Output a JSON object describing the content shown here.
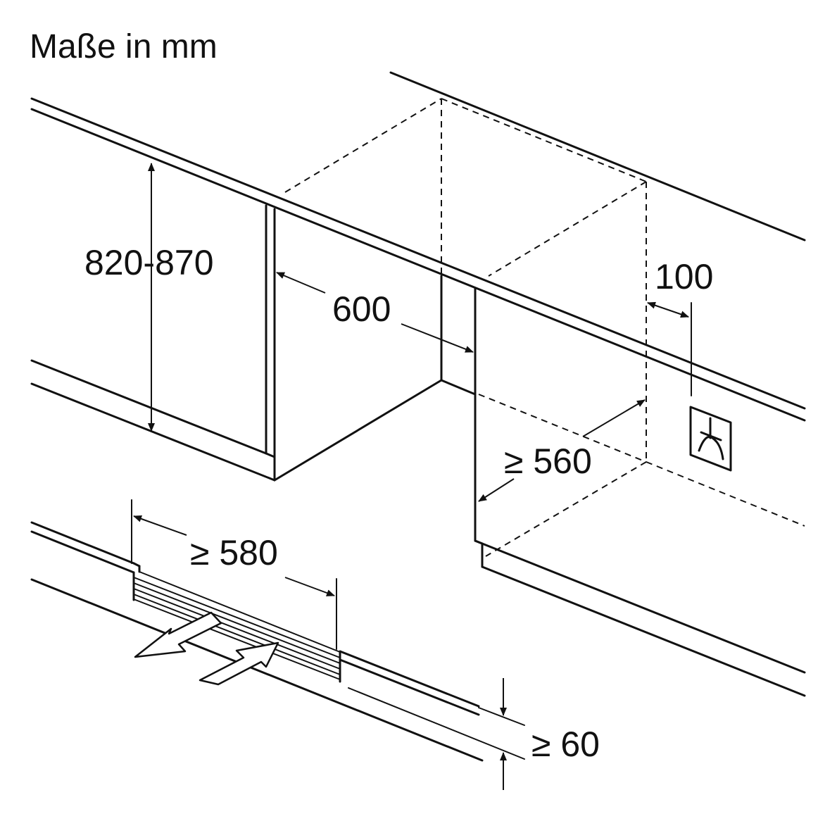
{
  "title": "Maße in mm",
  "dimensions": {
    "height": "820-870",
    "width": "600",
    "depth": "≥ 560",
    "socket_offset": "100",
    "vent_width": "≥ 580",
    "vent_height": "≥ 60"
  },
  "icons": {
    "socket": "power-socket-icon",
    "air_out": "air-outflow-arrow-icon",
    "air_in": "air-inflow-arrow-icon"
  },
  "colors": {
    "line": "#111111",
    "background": "#ffffff"
  }
}
